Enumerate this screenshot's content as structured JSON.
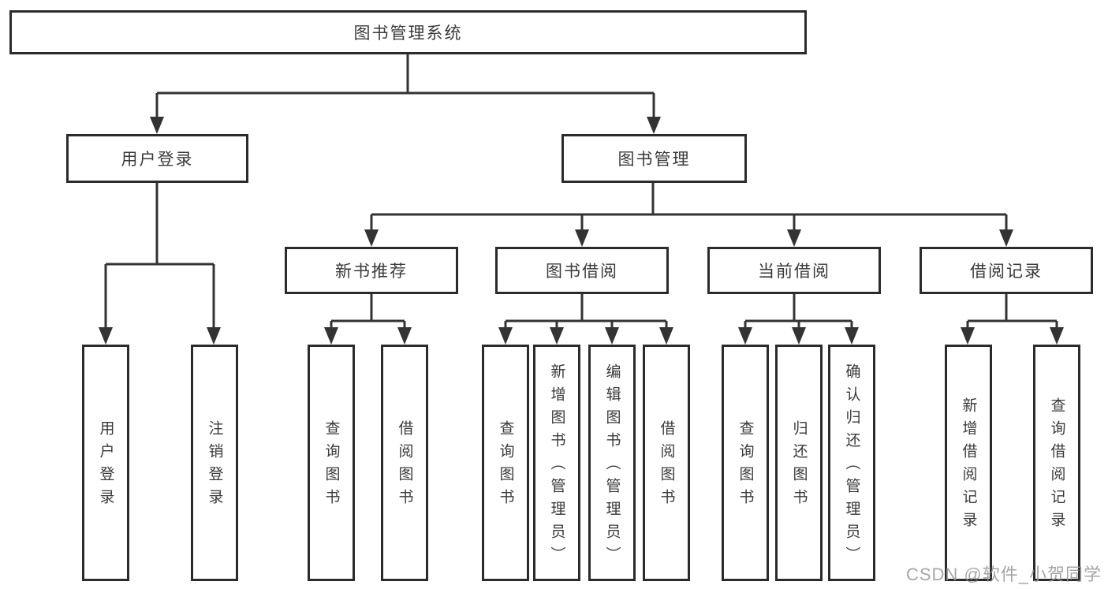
{
  "tree": {
    "label": "图书管理系统",
    "children": [
      {
        "label": "用户登录",
        "children": [
          {
            "label": "用户登录"
          },
          {
            "label": "注销登录"
          }
        ]
      },
      {
        "label": "图书管理",
        "children": [
          {
            "label": "新书推荐",
            "children": [
              {
                "label": "查询图书"
              },
              {
                "label": "借阅图书"
              }
            ]
          },
          {
            "label": "图书借阅",
            "children": [
              {
                "label": "查询图书"
              },
              {
                "label": "新增图书（管理员）"
              },
              {
                "label": "编辑图书（管理员）"
              },
              {
                "label": "借阅图书"
              }
            ]
          },
          {
            "label": "当前借阅",
            "children": [
              {
                "label": "查询图书"
              },
              {
                "label": "归还图书"
              },
              {
                "label": "确认归还（管理员）"
              }
            ]
          },
          {
            "label": "借阅记录",
            "children": [
              {
                "label": "新增借阅记录"
              },
              {
                "label": "查询借阅记录"
              }
            ]
          }
        ]
      }
    ]
  },
  "watermark": {
    "text": "CSDN @软件_小贺同学"
  },
  "colors": {
    "line": "#333333",
    "box_border": "#2b2b2b",
    "text": "#3a3a3a",
    "background": "#ffffff",
    "watermark": "#969696"
  }
}
